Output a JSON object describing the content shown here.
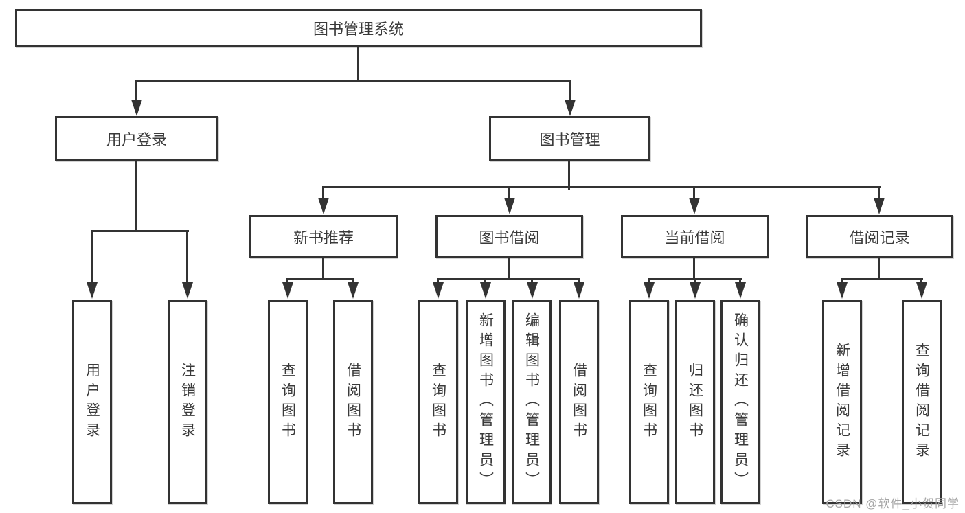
{
  "diagram": {
    "root": {
      "label": "图书管理系统"
    },
    "level2": [
      {
        "label": "用户登录"
      },
      {
        "label": "图书管理"
      }
    ],
    "level3": [
      {
        "label": "新书推荐"
      },
      {
        "label": "图书借阅"
      },
      {
        "label": "当前借阅"
      },
      {
        "label": "借阅记录"
      }
    ],
    "leaves": [
      {
        "label": "用户登录"
      },
      {
        "label": "注销登录"
      },
      {
        "label": "查询图书"
      },
      {
        "label": "借阅图书"
      },
      {
        "label": "查询图书"
      },
      {
        "label": "新增图书（管理员）"
      },
      {
        "label": "编辑图书（管理员）"
      },
      {
        "label": "借阅图书"
      },
      {
        "label": "查询图书"
      },
      {
        "label": "归还图书"
      },
      {
        "label": "确认归还（管理员）"
      },
      {
        "label": "新增借阅记录"
      },
      {
        "label": "查询借阅记录"
      }
    ]
  },
  "watermark": {
    "text": "CSDN @软件_小贺同学"
  },
  "colors": {
    "line": "#333333",
    "text": "#3a3a3a",
    "watermark": "#a5a5a5",
    "background": "#ffffff"
  }
}
